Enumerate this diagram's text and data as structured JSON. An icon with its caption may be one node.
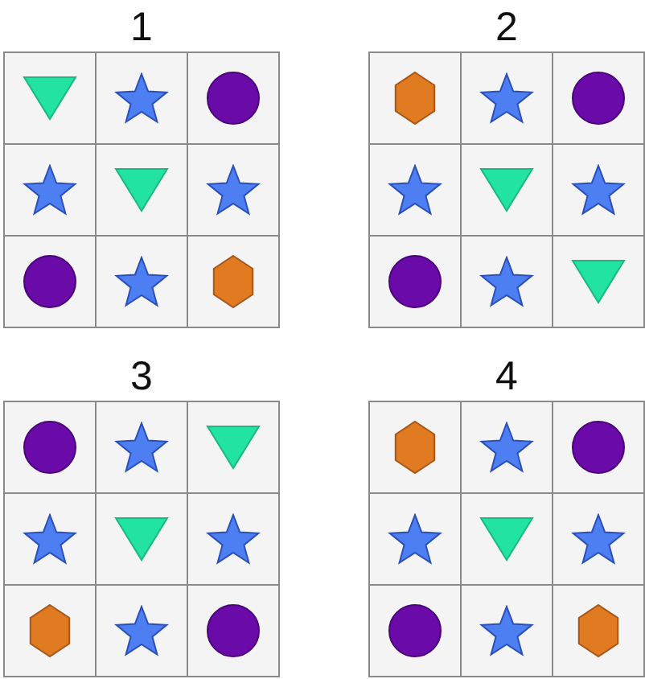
{
  "diagram": {
    "nodes": [
      {
        "text": [
          "1"
        ]
      },
      {
        "text": [],
        "shape": "triangle",
        "in": 0
      },
      {
        "text": [],
        "shape": "star",
        "in": 0
      },
      {
        "text": [],
        "shape": "circle",
        "in": 0
      },
      {
        "text": [],
        "shape": "star",
        "in": 0
      },
      {
        "text": [],
        "shape": "triangle",
        "in": 0
      },
      {
        "text": [],
        "shape": "star",
        "in": 0
      },
      {
        "text": [],
        "shape": "circle",
        "in": 0
      },
      {
        "text": [],
        "shape": "star",
        "in": 0
      },
      {
        "text": [],
        "shape": "hexagon",
        "in": 0
      },
      {
        "text": [
          "2"
        ]
      },
      {
        "text": [],
        "shape": "hexagon",
        "in": 10
      },
      {
        "text": [],
        "shape": "star",
        "in": 10
      },
      {
        "text": [],
        "shape": "circle",
        "in": 10
      },
      {
        "text": [],
        "shape": "star",
        "in": 10
      },
      {
        "text": [],
        "shape": "triangle",
        "in": 10
      },
      {
        "text": [],
        "shape": "star",
        "in": 10
      },
      {
        "text": [],
        "shape": "circle",
        "in": 10
      },
      {
        "text": [],
        "shape": "star",
        "in": 10
      },
      {
        "text": [],
        "shape": "triangle",
        "in": 10
      },
      {
        "text": [
          "3"
        ]
      },
      {
        "text": [],
        "shape": "circle",
        "in": 20
      },
      {
        "text": [],
        "shape": "star",
        "in": 20
      },
      {
        "text": [],
        "shape": "triangle",
        "in": 20
      },
      {
        "text": [],
        "shape": "star",
        "in": 20
      },
      {
        "text": [],
        "shape": "triangle",
        "in": 20
      },
      {
        "text": [],
        "shape": "star",
        "in": 20
      },
      {
        "text": [],
        "shape": "hexagon",
        "in": 20
      },
      {
        "text": [],
        "shape": "star",
        "in": 20
      },
      {
        "text": [],
        "shape": "circle",
        "in": 20
      },
      {
        "text": [
          "4"
        ]
      },
      {
        "text": [],
        "shape": "hexagon",
        "in": 30
      },
      {
        "text": [],
        "shape": "star",
        "in": 30
      },
      {
        "text": [],
        "shape": "circle",
        "in": 30
      },
      {
        "text": [],
        "shape": "star",
        "in": 30
      },
      {
        "text": [],
        "shape": "triangle",
        "in": 30
      },
      {
        "text": [],
        "shape": "star",
        "in": 30
      },
      {
        "text": [],
        "shape": "circle",
        "in": 30
      },
      {
        "text": [],
        "shape": "star",
        "in": 30
      },
      {
        "text": [],
        "shape": "hexagon",
        "in": 30
      }
    ]
  }
}
